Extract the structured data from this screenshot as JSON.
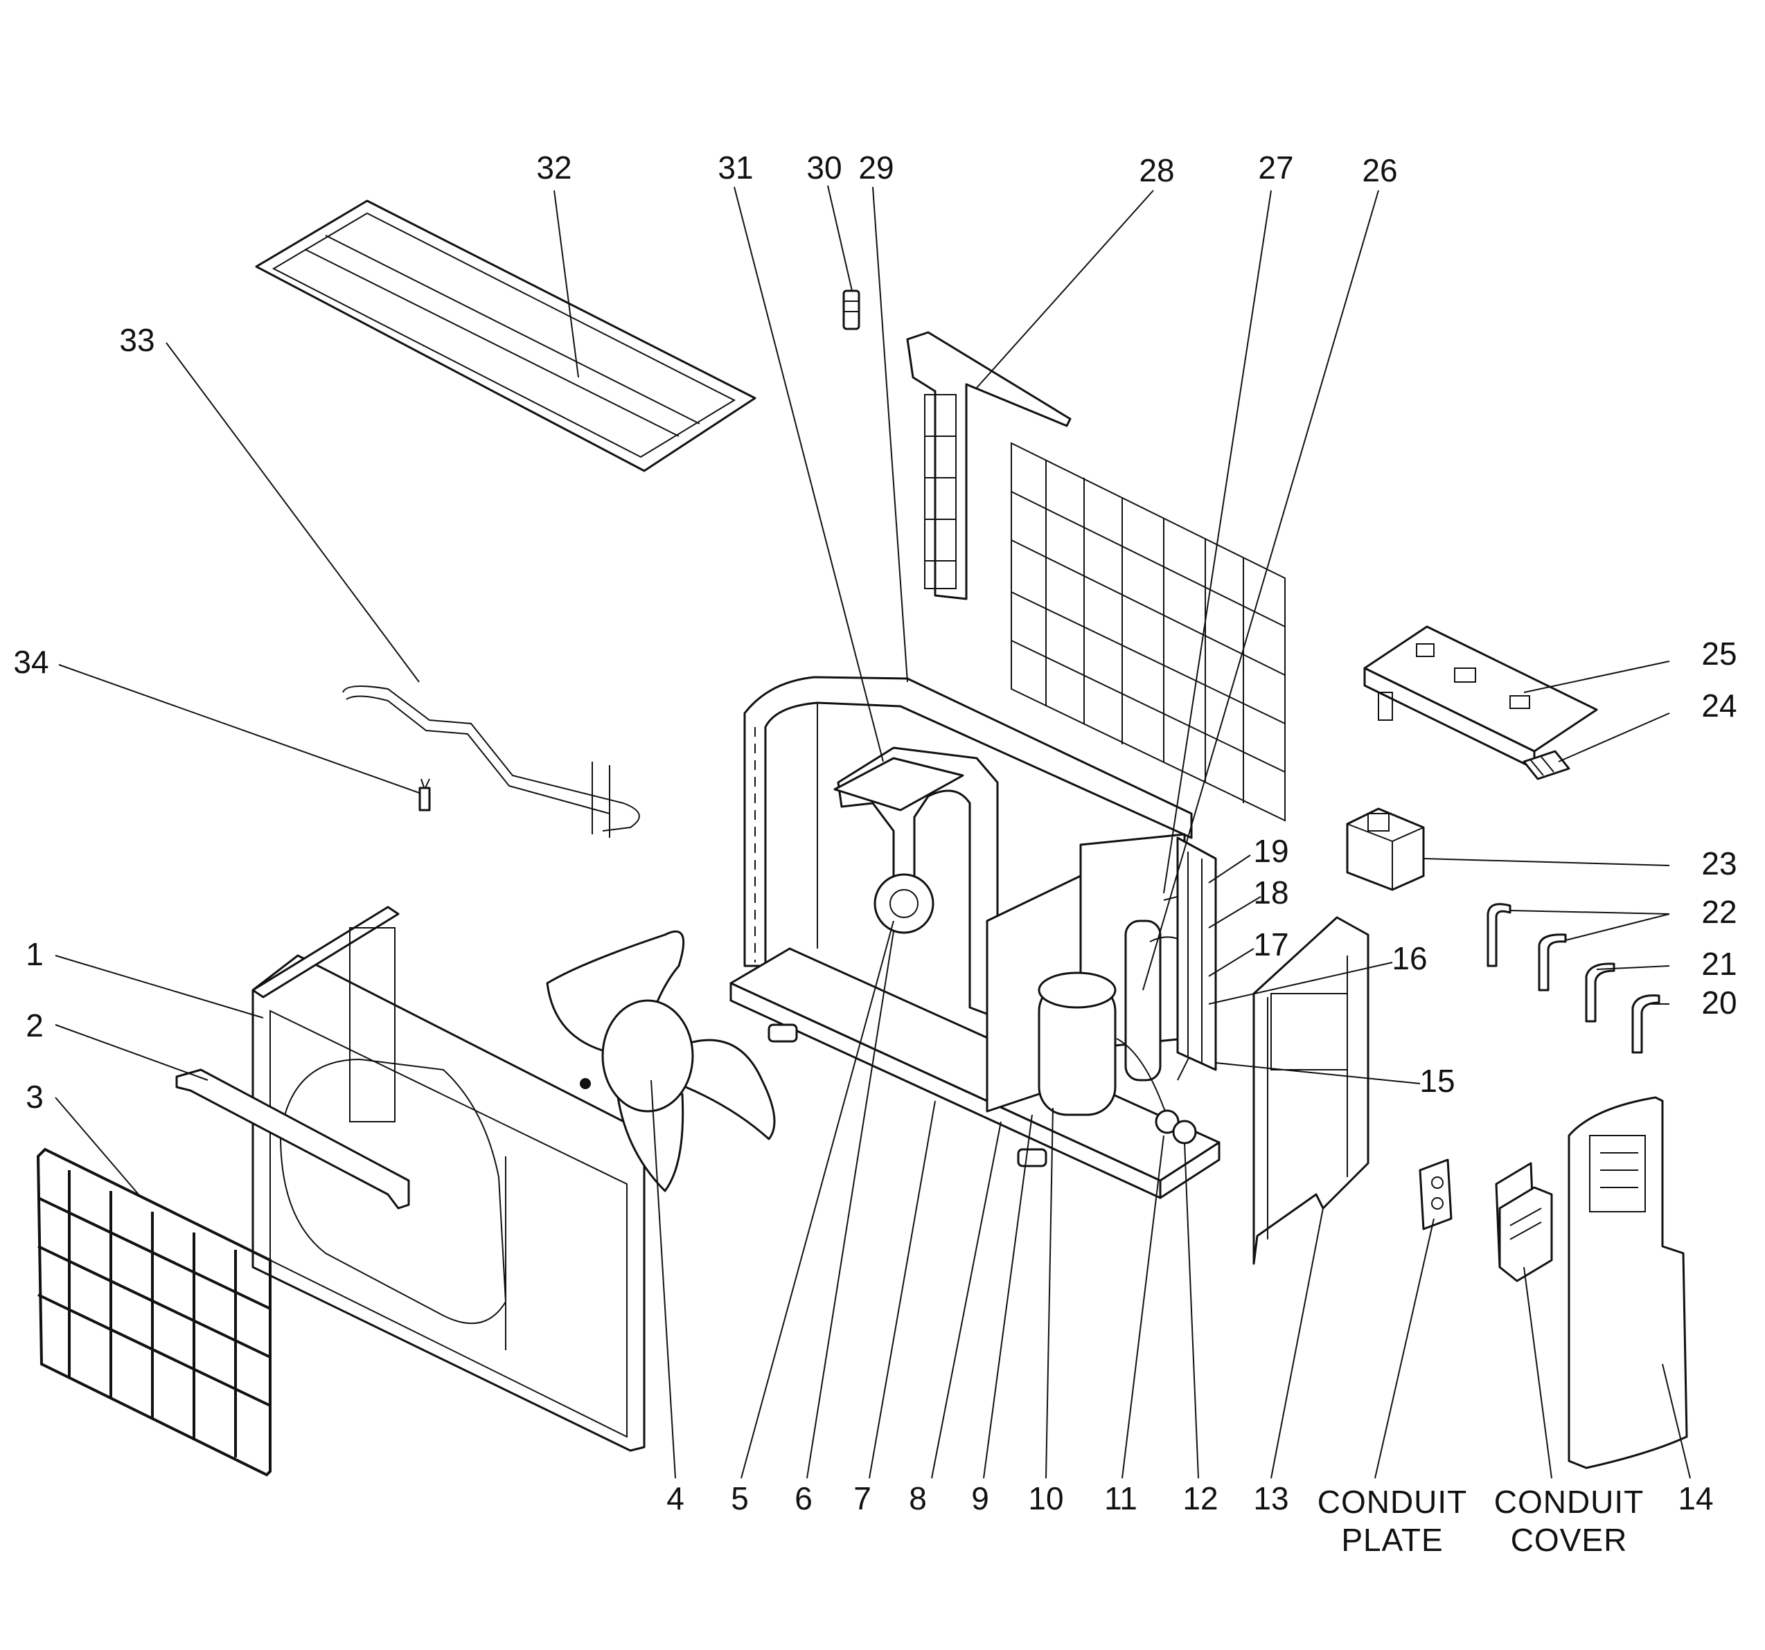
{
  "callouts": [
    "1",
    "2",
    "3",
    "4",
    "5",
    "6",
    "7",
    "8",
    "9",
    "10",
    "11",
    "12",
    "13",
    "14",
    "15",
    "16",
    "17",
    "18",
    "19",
    "20",
    "21",
    "22",
    "23",
    "24",
    "25",
    "26",
    "27",
    "28",
    "29",
    "30",
    "31",
    "32",
    "33",
    "34"
  ],
  "captions": {
    "conduit_plate": [
      "CONDUIT",
      "PLATE"
    ],
    "conduit_cover": [
      "CONDUIT",
      "COVER"
    ]
  }
}
